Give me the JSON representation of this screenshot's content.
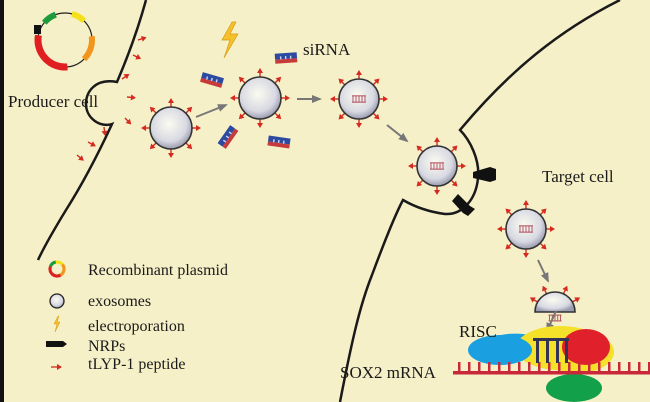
{
  "labels": {
    "producer_cell": "Producer cell",
    "sirna": "siRNA",
    "target_cell": "Target cell",
    "risc": "RISC",
    "sox2_mrna": "SOX2 mRNA"
  },
  "legend": [
    {
      "icon": "plasmid-icon",
      "label": "Recombinant plasmid"
    },
    {
      "icon": "exosome-icon",
      "label": "exosomes"
    },
    {
      "icon": "lightning-icon",
      "label": "electroporation"
    },
    {
      "icon": "nrp-receptor-icon",
      "label": "NRPs"
    },
    {
      "icon": "peptide-arrow-icon",
      "label": "tLYP-1 peptide"
    }
  ],
  "colors": {
    "background": "#f6f0c8",
    "membrane": "#1a1a1a",
    "peptide": "#d42a1f",
    "exosome_fill": "#dfe0e8",
    "sirna_blue": "#2c4aa0",
    "sirna_red": "#c63a3a",
    "plasmid_red": "#e02020",
    "plasmid_orange": "#f0961e",
    "plasmid_yellow": "#f5e11a",
    "plasmid_green": "#1f9a3c",
    "risc_blue": "#1aa0e0",
    "risc_red": "#e0202a",
    "risc_yellow": "#f5e02a",
    "risc_green": "#12a04a",
    "mrna": "#c8283a"
  }
}
